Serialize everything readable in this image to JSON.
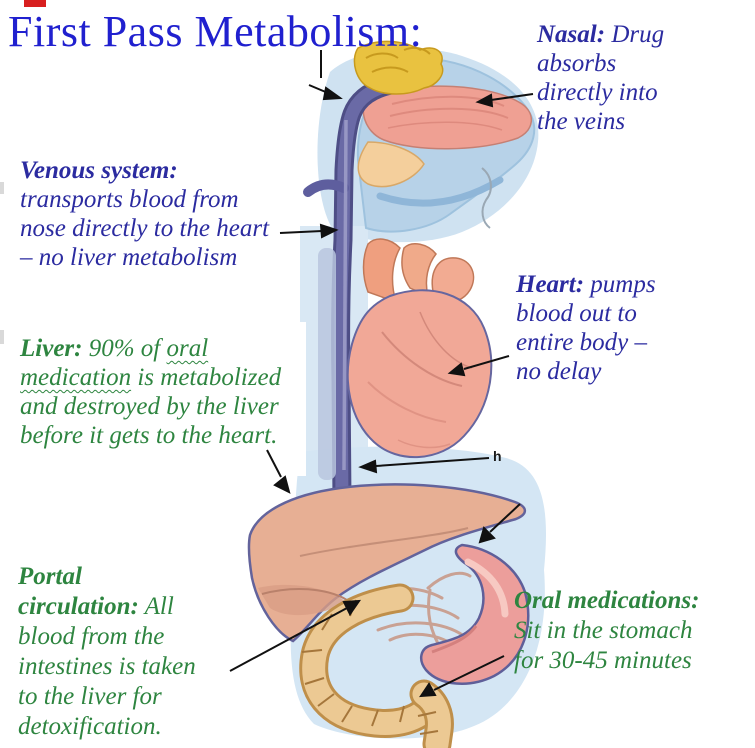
{
  "title": "First Pass Metabolism:",
  "annotations": {
    "nasal": {
      "term": "Nasal:",
      "after_term": " Drug",
      "lines": [
        "absorbs",
        "directly into",
        "the veins"
      ]
    },
    "venous": {
      "term": "Venous system:",
      "lines": [
        "transports blood from",
        "nose directly to the heart",
        "– no liver metabolism"
      ]
    },
    "liver": {
      "term": "Liver:",
      "l1_pre": " 90% of ",
      "l1_wavy": "oral",
      "l2_wavy": "medication",
      "l2_post": " is metabolized",
      "lines": [
        "and destroyed by the liver",
        "before it gets to the heart."
      ]
    },
    "heart": {
      "term": "Heart:",
      "after_term": " pumps",
      "lines": [
        "blood out to",
        "entire body –",
        "no delay"
      ]
    },
    "portal": {
      "term_l1": "Portal",
      "term_l2": "circulation:",
      "l2_post": " All",
      "lines": [
        "blood from the",
        "intestines is taken",
        "to the liver for",
        "detoxification."
      ]
    },
    "oral": {
      "term": "Oral medications:",
      "lines": [
        "Sit in the stomach",
        "for 30-45 minutes"
      ]
    }
  },
  "artifacts": {
    "vein_tail_glyph": "h"
  },
  "colors": {
    "title_blue": "#2020cf",
    "annotation_blue": "#2b2ba0",
    "annotation_green": "#2e8540",
    "arrow_black": "#111111",
    "red_mark": "#d81f1f"
  }
}
